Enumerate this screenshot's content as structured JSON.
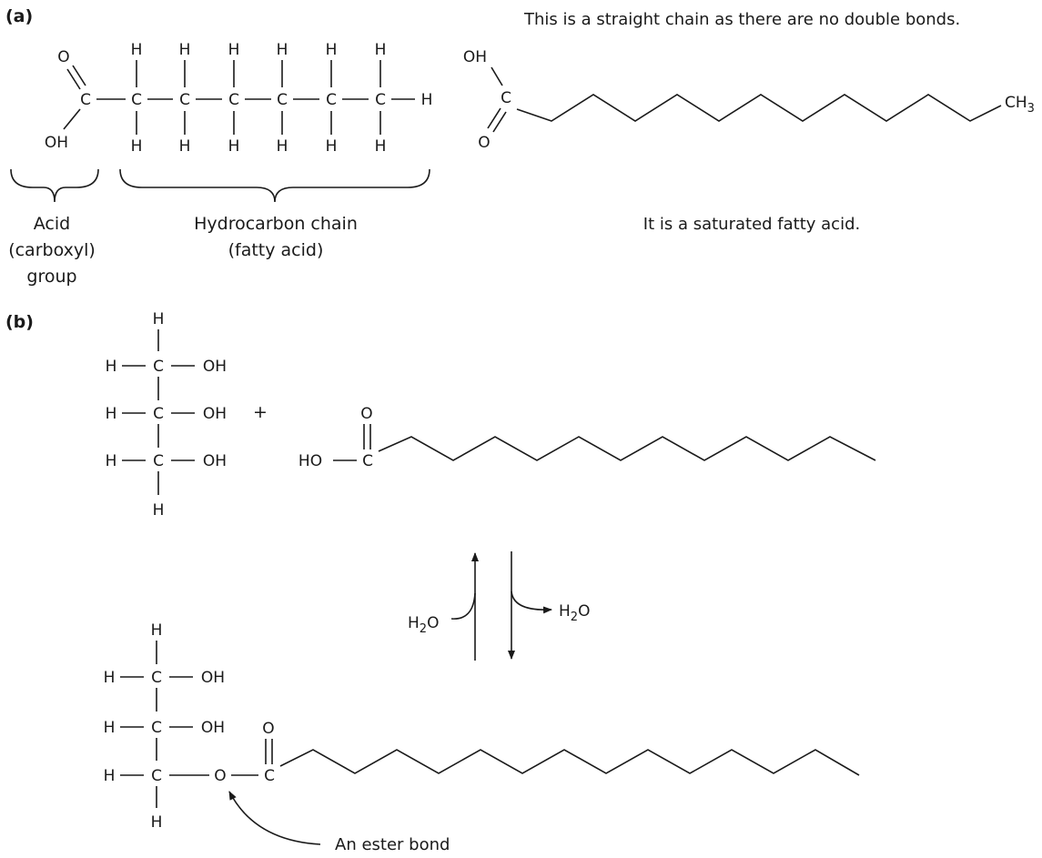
{
  "panels": {
    "a": "(a)",
    "b": "(b)"
  },
  "atoms": {
    "C": "C",
    "H": "H",
    "O": "O",
    "OH": "OH",
    "HO": "HO",
    "CH3": "CH",
    "CH3_sub": "3",
    "H2O": "H",
    "H2O_sub": "2",
    "H2O_O": "O"
  },
  "panel_a": {
    "note_top": "This is a straight chain as there are no double bonds.",
    "note_bottom": "It is a saturated fatty acid.",
    "acid_label": [
      "Acid",
      "(carboxyl)",
      "group"
    ],
    "chain_label": [
      "Hydrocarbon chain",
      "(fatty acid)"
    ]
  },
  "panel_b": {
    "plus": "+",
    "ester_label": "An ester bond"
  }
}
